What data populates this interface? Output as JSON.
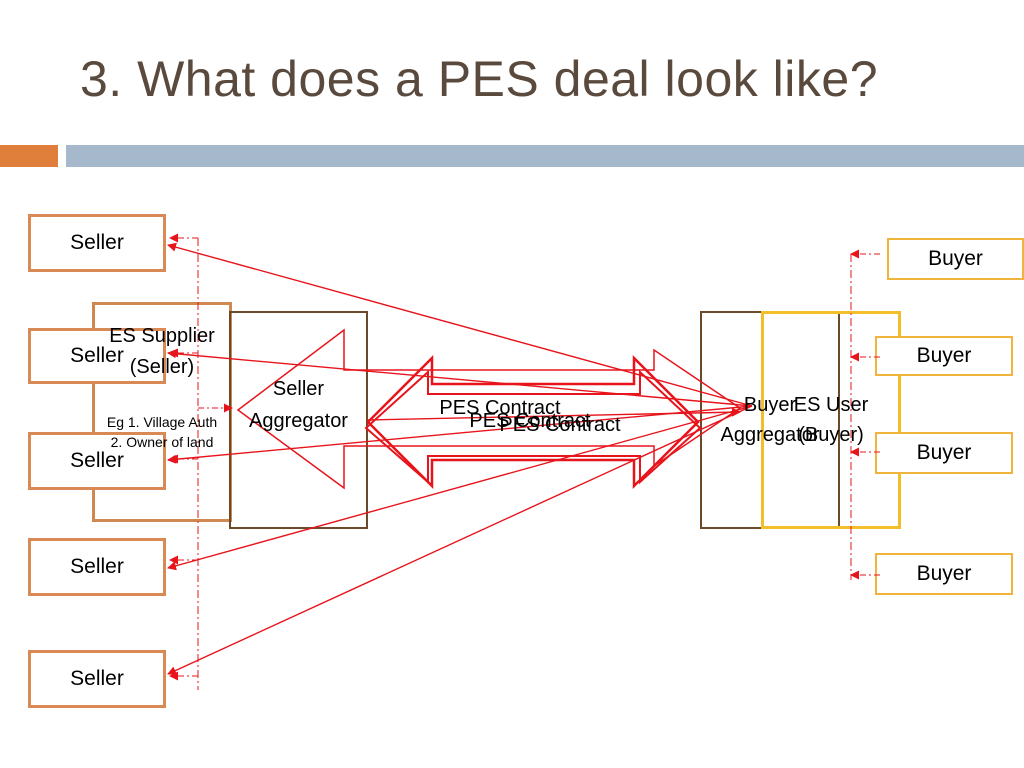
{
  "slide": {
    "title": "3. What does a PES deal look like?"
  },
  "sellers": [
    "Seller",
    "Seller",
    "Seller",
    "Seller",
    "Seller"
  ],
  "buyers": [
    "Buyer",
    "Buyer",
    "Buyer",
    "Buyer"
  ],
  "supplier": {
    "line1": "ES Supplier",
    "line2": "(Seller)",
    "note1": "Eg 1. Village Auth",
    "note2": "2. Owner of land"
  },
  "seller_aggregator": {
    "line1": "Seller",
    "line2": "Aggregator"
  },
  "buyer_aggregator": {
    "line1": "Buyer",
    "line2": "Aggregator"
  },
  "es_user": {
    "line1": "ES User",
    "line2": "(Buyer)"
  },
  "contract_labels": [
    "PES Contract",
    "PES Contract",
    "PES Contract"
  ],
  "colors": {
    "title": "#5a4a3d",
    "accent_orange": "#e07e3c",
    "accent_blue": "#a5b8cc",
    "seller_border": "#d98a54",
    "buyer_border": "#f0b43c",
    "aggregator_border": "#6b4a2a",
    "arrow": "#e8141c"
  }
}
